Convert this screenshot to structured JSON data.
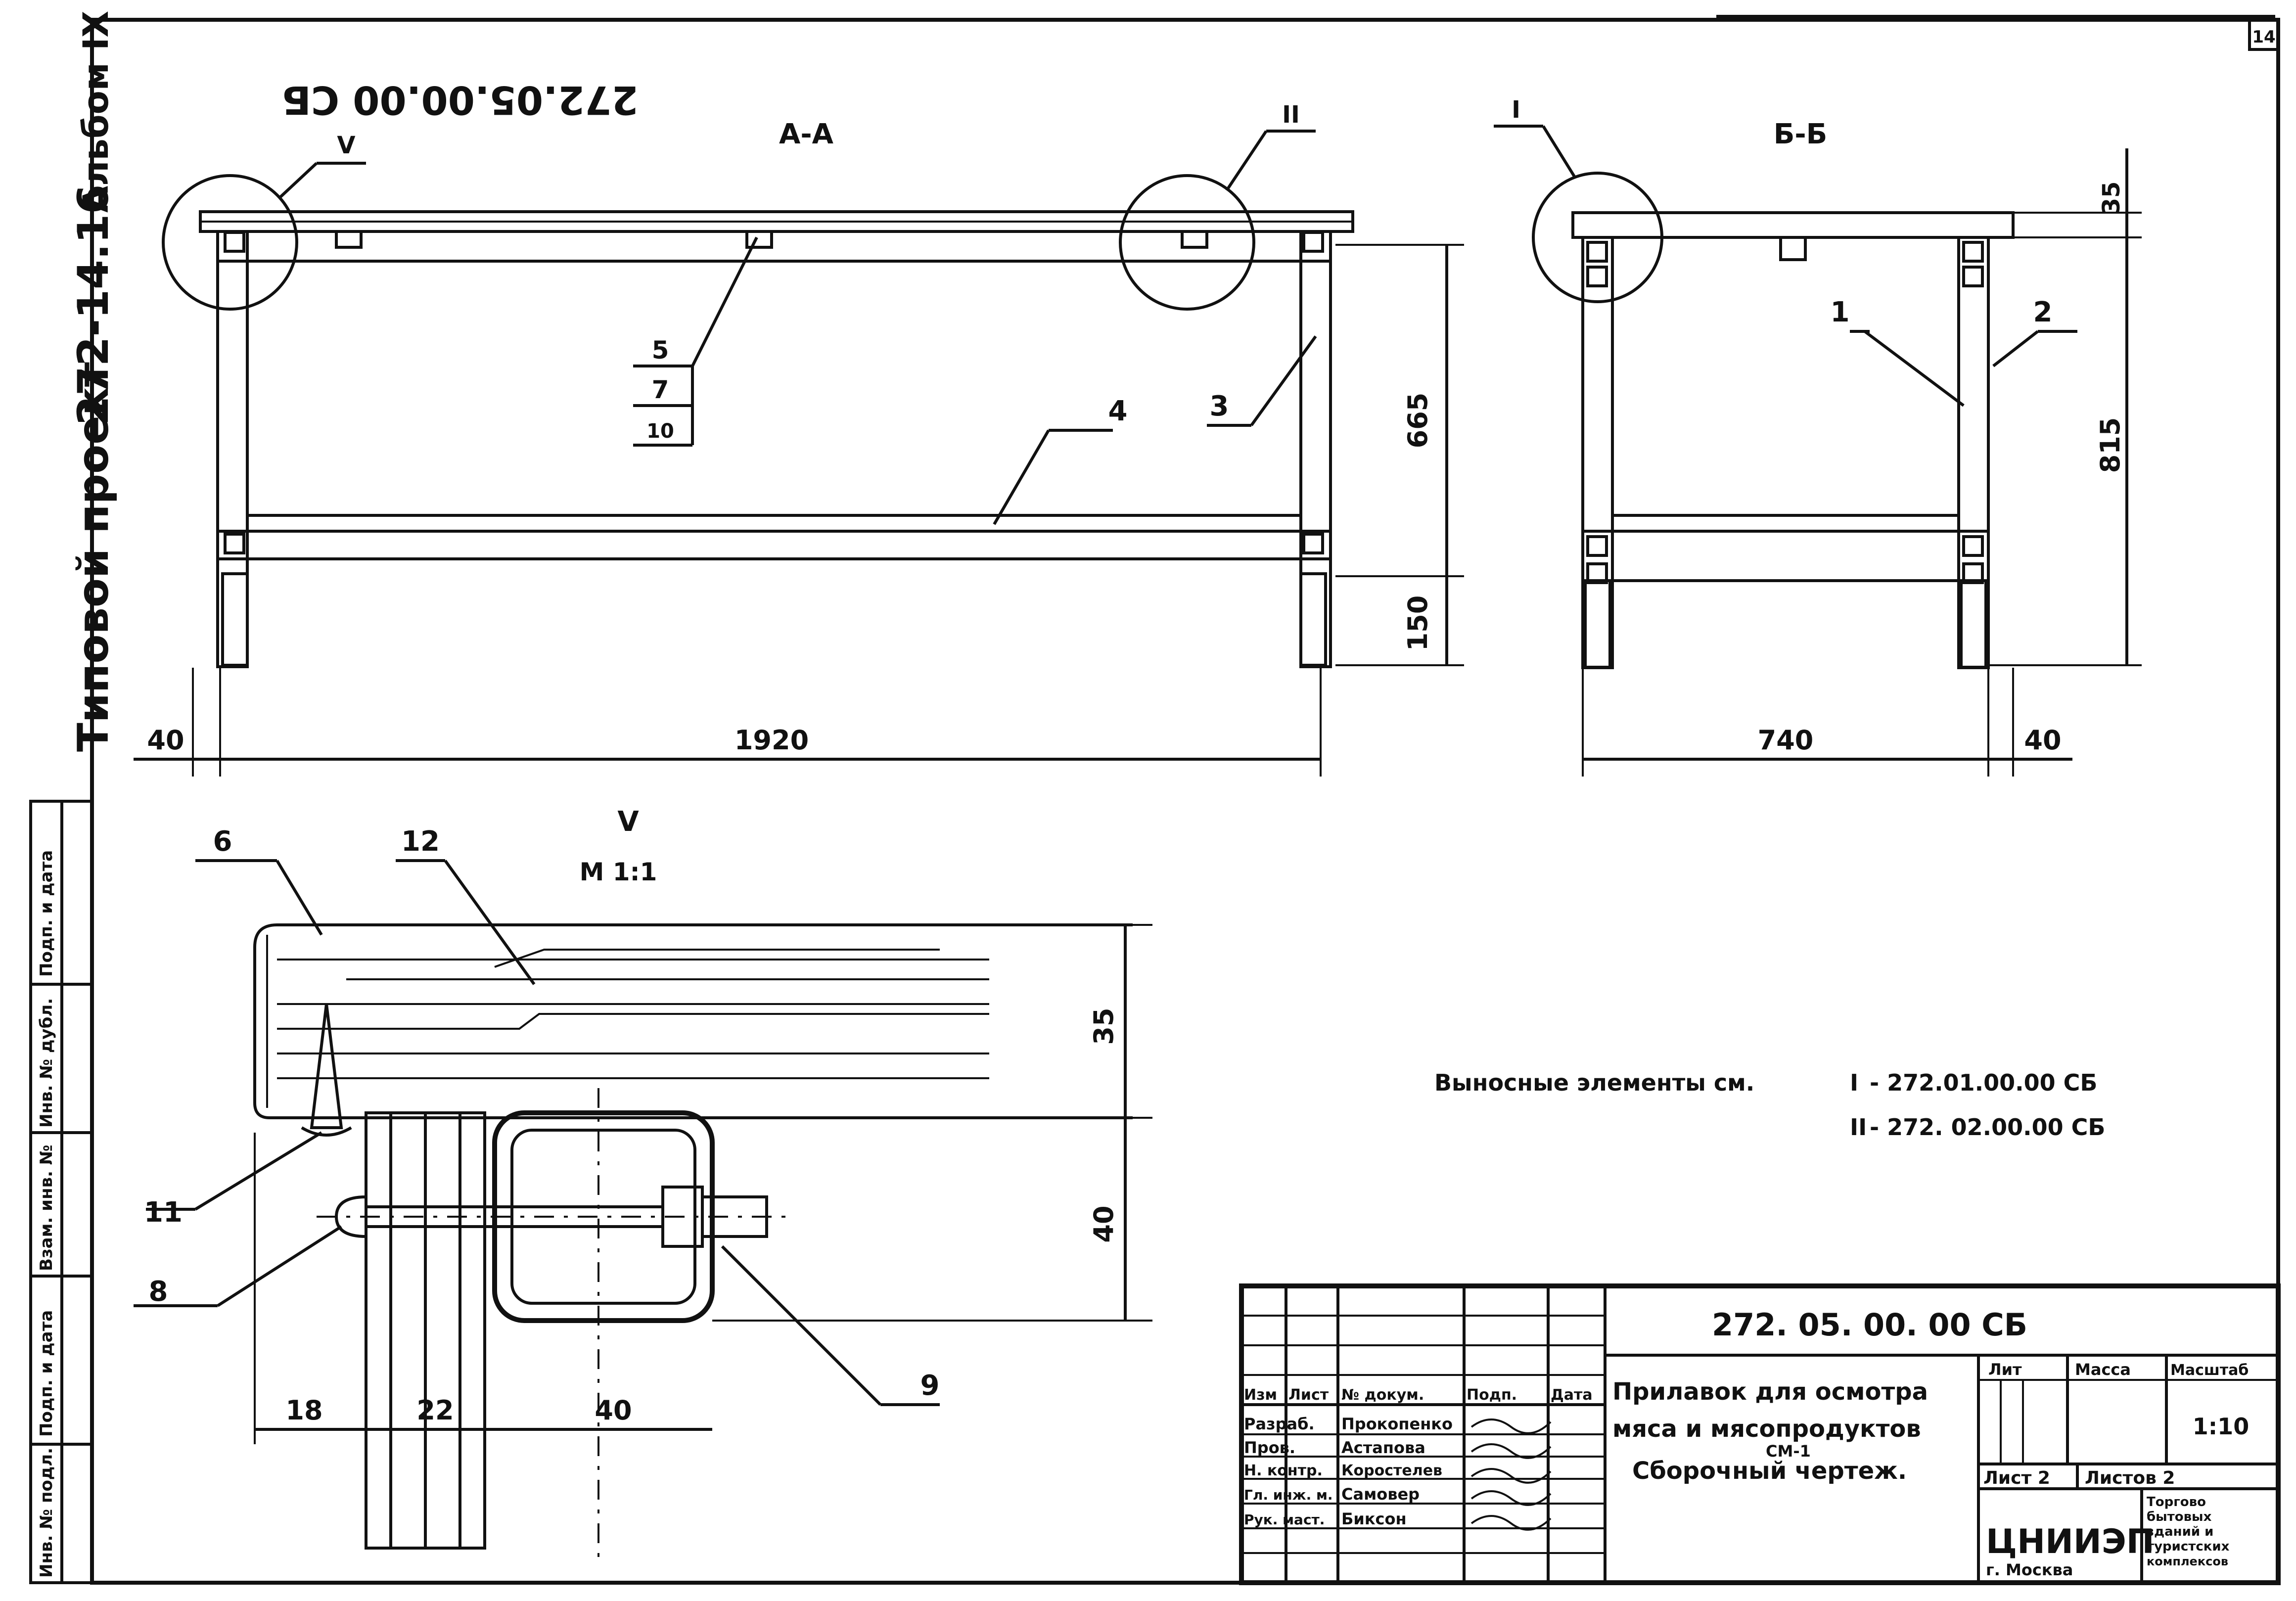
{
  "album": {
    "header_code_mirrored": "272.05.00.00 СБ",
    "side_title": "Типовой проект",
    "side_number": "272-14.16",
    "side_album": "Альбом IX",
    "page_mark": "14"
  },
  "left_stamp": {
    "cells": [
      "Подп. и дата",
      "Инв. № дубл.",
      "Взам. инв. №",
      "Подп. и дата",
      "Инв. № подл."
    ]
  },
  "views": {
    "section_aa": "А-А",
    "section_bb": "Б-Б",
    "callout_ii": "II",
    "callout_v": "V",
    "callout_i": "I",
    "detail_title": "V",
    "detail_scale": "М 1:1"
  },
  "dimensions": {
    "aa_left_offset": "40",
    "aa_length": "1920",
    "aa_upper_height": "665",
    "aa_lower_height": "150",
    "bb_depth": "740",
    "bb_right_offset": "40",
    "bb_top": "35",
    "bb_height": "815",
    "det_top": "35",
    "det_side": "40",
    "det_w1": "18",
    "det_w2": "22",
    "det_w3": "40"
  },
  "positions": {
    "aa_stack": [
      "5",
      "7",
      "10"
    ],
    "aa_p4": "4",
    "aa_p3": "3",
    "bb_p1": "1",
    "bb_p2": "2",
    "det_p6": "6",
    "det_p12": "12",
    "det_p11": "11",
    "det_p8": "8",
    "det_p9": "9"
  },
  "notes": {
    "line1_prefix": "Выносные элементы см.",
    "line1_roman": "I",
    "line1_ref": "- 272.01.00.00 СБ",
    "line2_roman": "II",
    "line2_ref": "- 272. 02.00.00 СБ"
  },
  "title_block": {
    "code": "272. 05. 00. 00 СБ",
    "title_line1": "Прилавок для осмотра",
    "title_line2": "мяса и мясопродуктов",
    "title_line3": "СМ-1",
    "title_line4": "Сборочный чертеж.",
    "hdr": [
      "Изм",
      "Лист",
      "№ докум.",
      "Подп.",
      "Дата"
    ],
    "rows": [
      {
        "role": "Разраб.",
        "name": "Прокопенко"
      },
      {
        "role": "Пров.",
        "name": "Астапова"
      },
      {
        "role": "Н. контр.",
        "name": "Коростелев"
      },
      {
        "role": "Гл. инж. м.",
        "name": "Самовер"
      },
      {
        "role": "Рук. маст.",
        "name": "Биксон"
      }
    ],
    "lit_label": "Лит",
    "mass_label": "Масса",
    "scale_label": "Масштаб",
    "scale_value": "1:10",
    "sheet_label": "Лист 2",
    "sheets_label": "Листов 2",
    "org_logo": "ЦНИИЭП",
    "org_city": "г. Москва",
    "org_desc": [
      "Торгово",
      "бытовых",
      "зданий и",
      "туристских",
      "комплексов"
    ]
  }
}
